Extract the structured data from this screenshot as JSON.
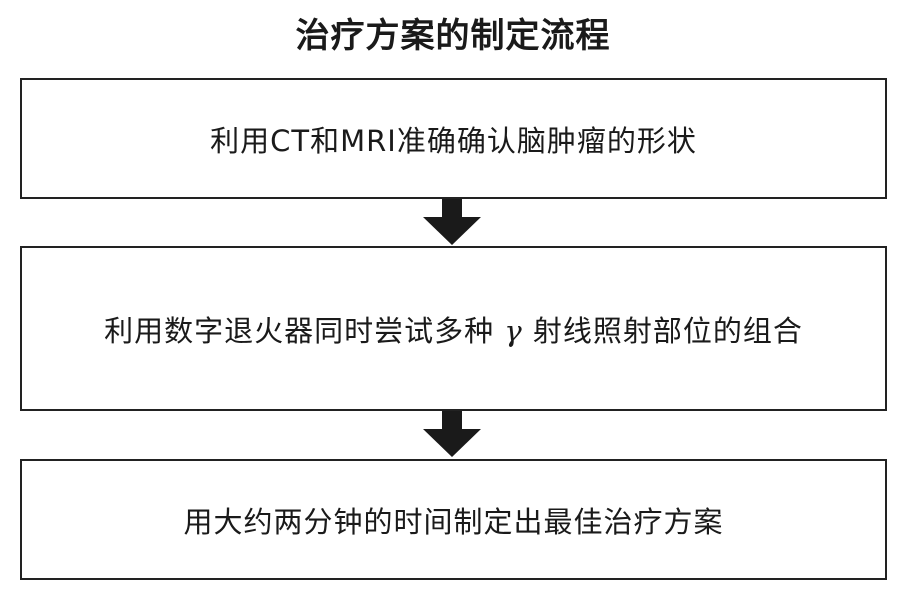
{
  "title": "治疗方案的制定流程",
  "steps": [
    {
      "text": "利用CT和MRI准确确认脑肿瘤的形状"
    },
    {
      "text_before": "利用数字退火器同时尝试多种",
      "greek": "γ",
      "text_after": "射线照射部位的组合"
    },
    {
      "text": "用大约两分钟的时间制定出最佳治疗方案"
    }
  ],
  "colors": {
    "border": "#222222",
    "arrow": "#1a1a1a",
    "background": "#ffffff"
  }
}
